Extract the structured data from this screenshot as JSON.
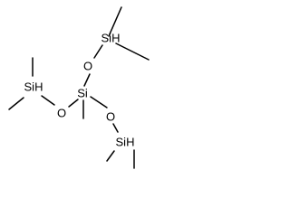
{
  "molecule": {
    "atoms": {
      "si_top": "SiH",
      "o_top": "O",
      "si_center": "Si",
      "o_left": "O",
      "si_left": "SiH",
      "o_bottom": "O",
      "si_bottom": "SiH"
    }
  }
}
